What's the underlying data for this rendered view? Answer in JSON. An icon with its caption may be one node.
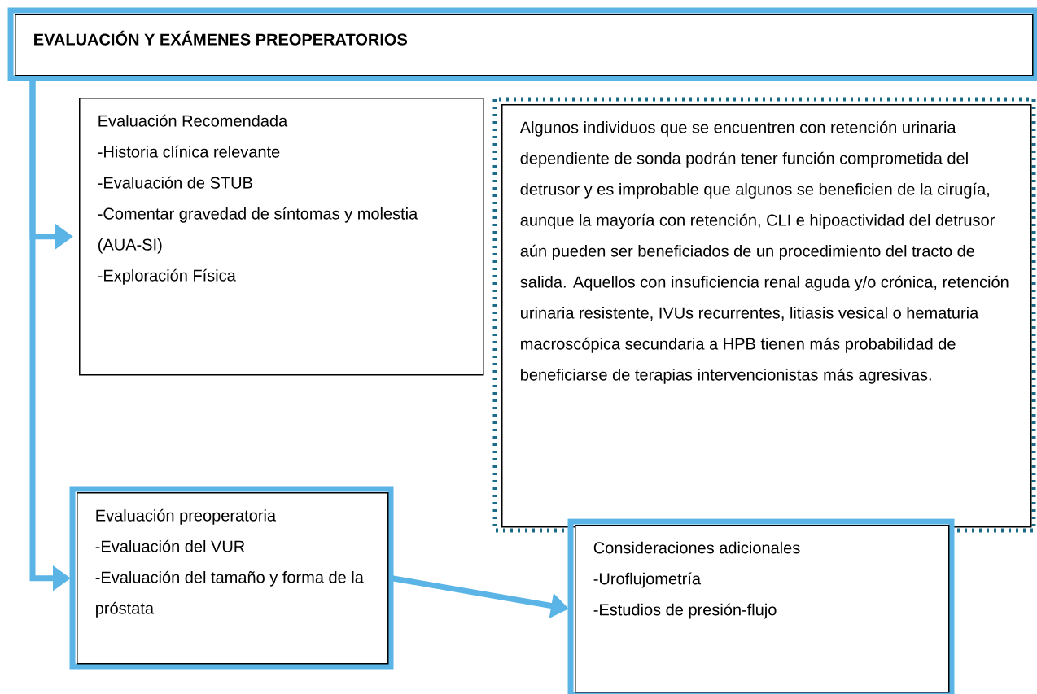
{
  "diagram": {
    "nodes": [
      {
        "text": [
          "EVALUACIÓN Y EXÁMENES PREOPERATORIOS"
        ]
      },
      {
        "text": [
          "Evaluación Recomendada",
          "-Historia clínica relevante",
          "-Evaluación de STUB",
          "-Comentar gravedad de síntomas y molestia (AUA-SI)",
          "-Exploración Física"
        ]
      },
      {
        "text": [
          "Algunos individuos que se encuentren con retención urinaria dependiente de sonda podrán tener función comprometida del detrusor y es improbable que algunos se beneficien de la cirugía, aunque la mayoría con retención, CLI e hipoactividad del detrusor aún pueden ser beneficiados de un procedimiento del tracto de salida. Aquellos con insuficiencia renal aguda y/o crónica, retención urinaria resistente, IVUs recurrentes, litiasis vesical o hematuria macroscópica secundaria a HPB tienen más probabilidad  de beneficiarse de terapias intervencionistas más agresivas."
        ]
      },
      {
        "text": [
          "Evaluación preoperatoria",
          "-Evaluación del VUR",
          "-Evaluación del tamaño y forma de la próstata"
        ]
      },
      {
        "text": [
          "Consideraciones adicionales",
          "-Uroflujometría",
          "-Estudios de presión-flujo"
        ]
      }
    ],
    "edges": [
      {
        "from": 0,
        "to": 1,
        "arrow": "to"
      },
      {
        "from": 0,
        "to": 3,
        "arrow": "to"
      },
      {
        "from": 3,
        "to": 4,
        "arrow": "to"
      }
    ]
  }
}
